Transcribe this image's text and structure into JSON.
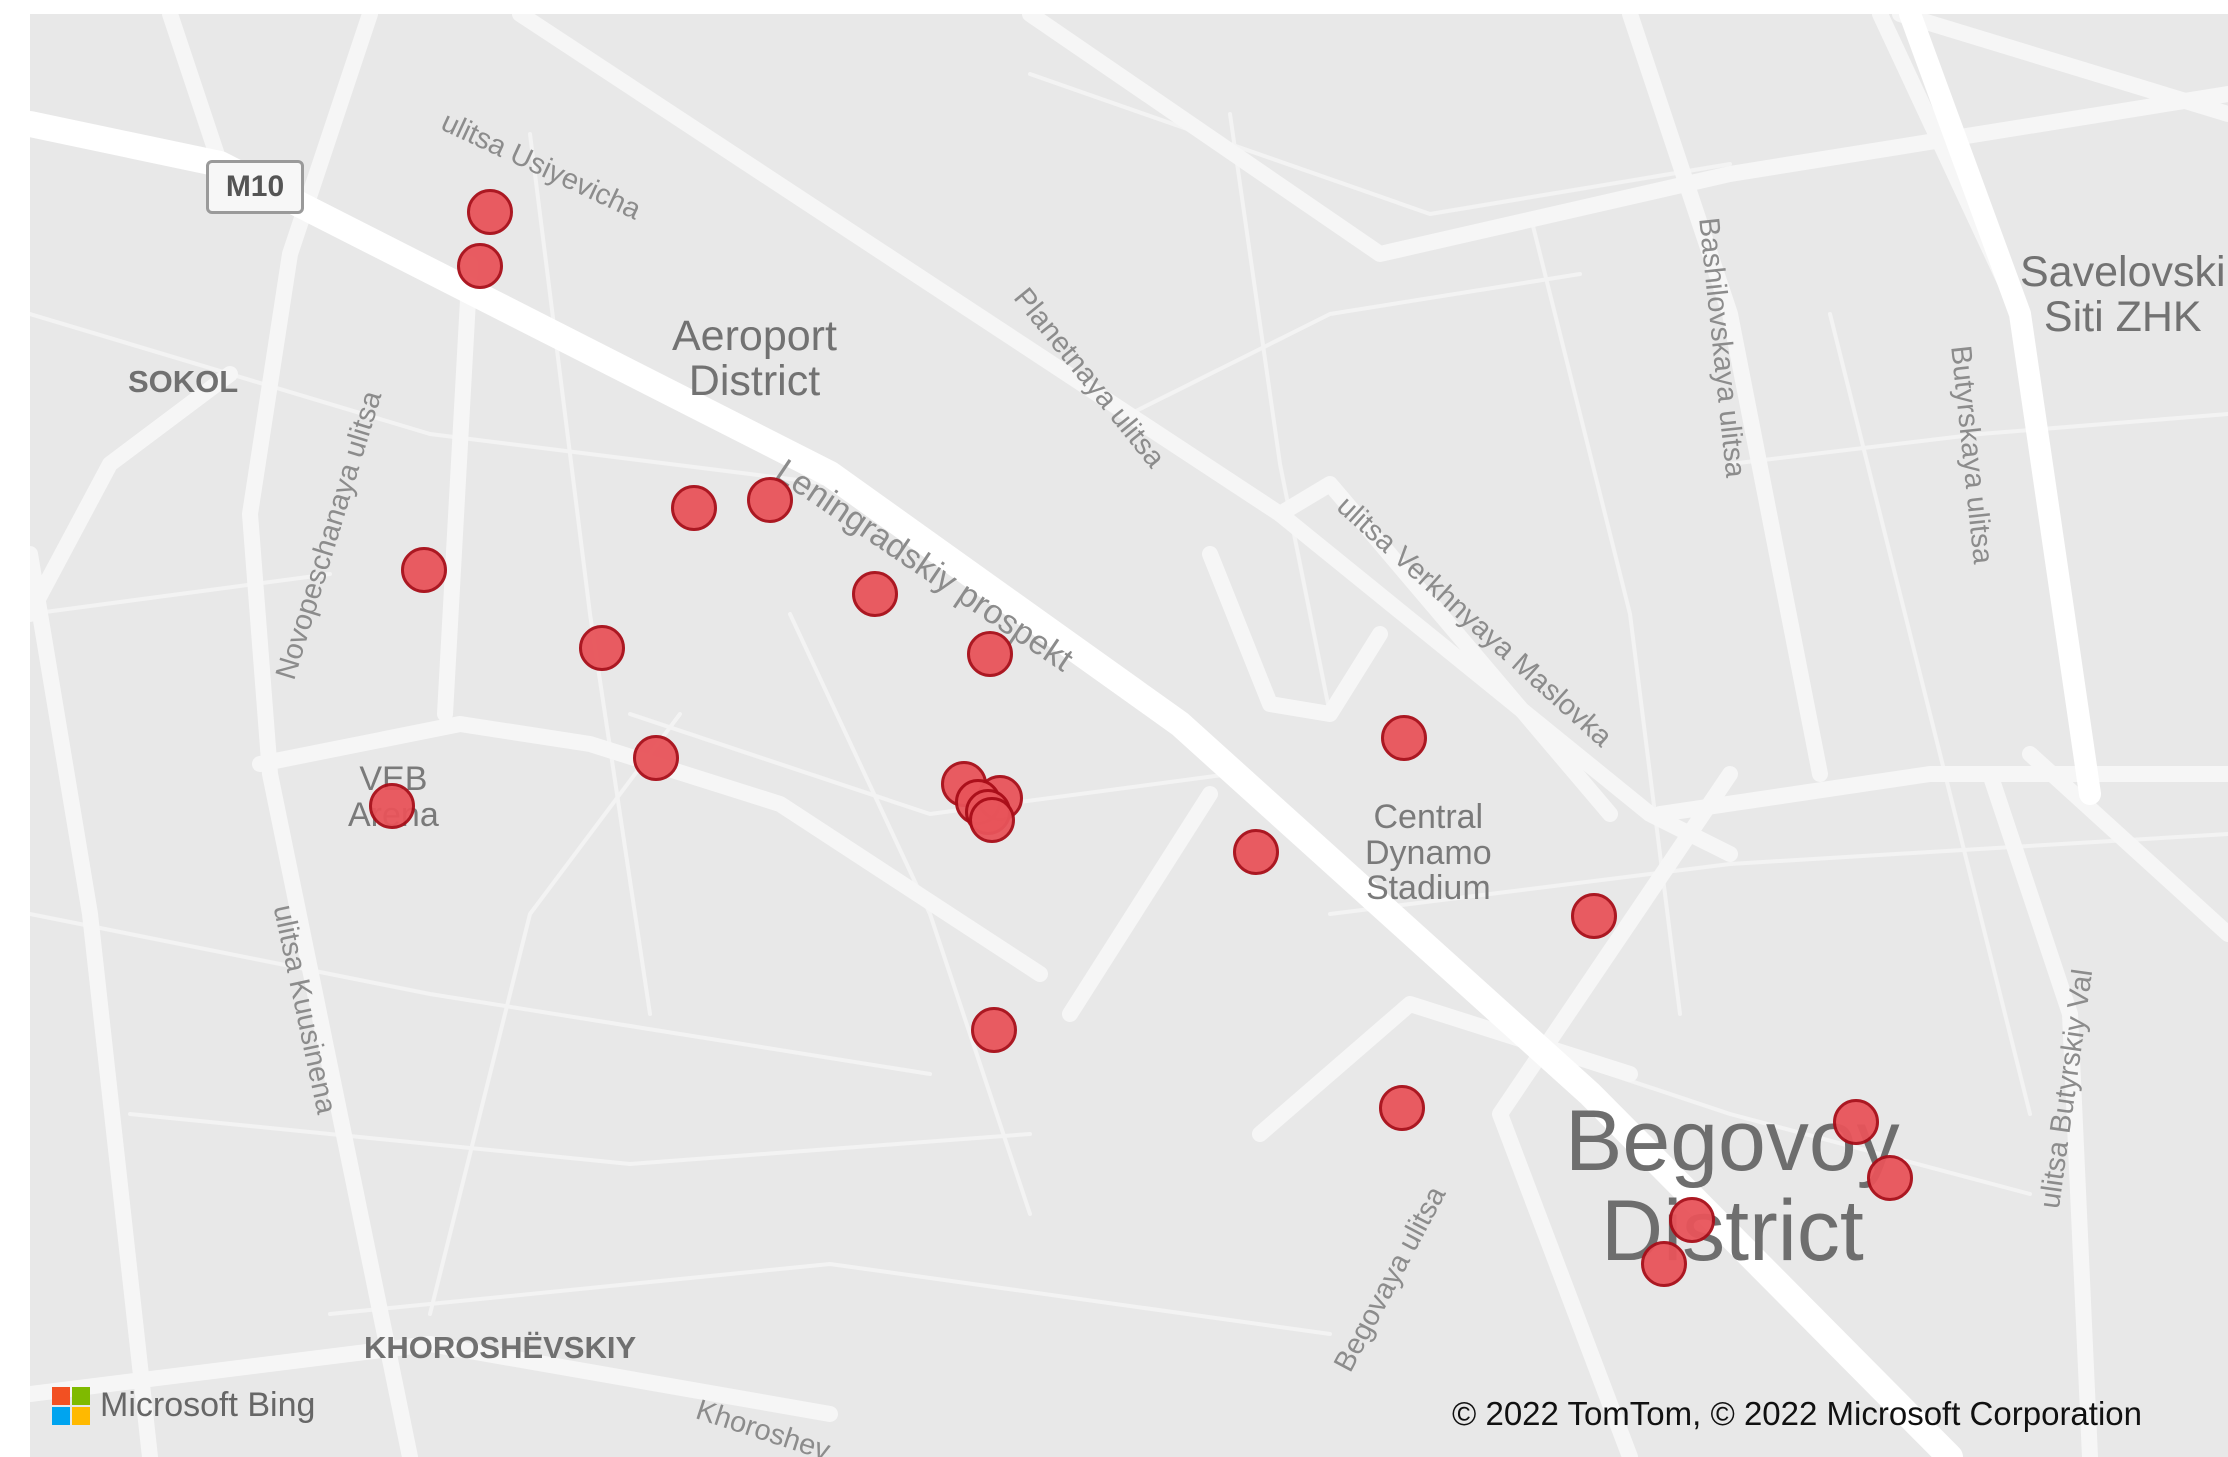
{
  "map": {
    "labels": {
      "aeroport": "Aeroport\nDistrict",
      "begovoy": "Begovoy\nDistrict",
      "stadium": "Central\nDynamo\nStadium",
      "vtb": "VEB\nArena",
      "savelovski": "Savelovski\nSiti ZHK",
      "sokol": "SOKOL",
      "khoroshevskiy": "KHOROSHËVSKIY"
    },
    "streets": {
      "usiyevicha": "ulitsa Usiyevicha",
      "planetnaya": "Planetnaya ulitsa",
      "leningradskiy": "Leningradskiy prospekt",
      "verkhnyaya": "ulitsa Verkhnyaya Maslovka",
      "bashilovskaya": "Bashilovskaya ulitsa",
      "butyrskaya": "Butyrskaya ulitsa",
      "novopeschanaya": "Novopeschanaya ulitsa",
      "kuusinena": "ulitsa Kuusinena",
      "begovaya": "Begovaya ulitsa",
      "butyrskiy_val": "ulitsa Butyrskiy Val",
      "khoroshevskoe": "Khoroshev..."
    },
    "road_shield": "M10",
    "marker_color": "#e8545a",
    "marker_border": "#a80d18",
    "marker_count": 26
  },
  "attribution": {
    "provider": "Microsoft Bing",
    "copyright": "© 2022 TomTom, © 2022 Microsoft Corporation"
  }
}
